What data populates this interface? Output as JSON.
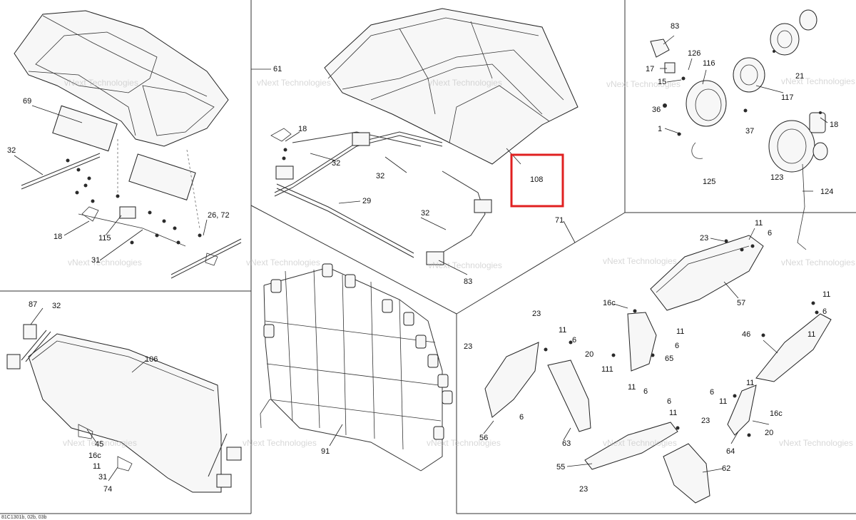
{
  "highlight": {
    "label": "108",
    "color": "#e02020"
  },
  "watermark": "vNext Technologies",
  "footer": "81C1301b, 02b, 03b",
  "labels": {
    "p69": "69",
    "p32a": "32",
    "p18a": "18",
    "p115": "115",
    "p31a": "31",
    "p2672": "26, 72",
    "p61": "61",
    "p18b": "18",
    "p32b": "32",
    "p32c": "32",
    "p29": "29",
    "p32d": "32",
    "p83a": "83",
    "p83b": "83",
    "p17": "17",
    "p126": "126",
    "p116": "116",
    "p15": "15",
    "p36": "36",
    "p1": "1",
    "p21": "21",
    "p117": "117",
    "p37": "37",
    "p125": "125",
    "p18c": "18",
    "p123": "123",
    "p124": "124",
    "p71": "71",
    "p23a": "23",
    "p11a": "11",
    "p6a": "6",
    "p57": "57",
    "p16ca": "16c",
    "p11b": "11",
    "p6b": "6",
    "p11c": "11",
    "p65": "65",
    "p11d": "11",
    "p6c": "6",
    "p46": "46",
    "p11e": "11",
    "p23b": "23",
    "p23c": "23",
    "p11f": "11",
    "p6d": "6",
    "p20a": "20",
    "p111": "111",
    "p6e": "6",
    "p56": "56",
    "p63": "63",
    "p6f": "6",
    "p11g": "11",
    "p11h": "11",
    "p16cb": "16c",
    "p20b": "20",
    "p64": "64",
    "p6g": "6",
    "p11i": "11",
    "p23d": "23",
    "p55": "55",
    "p62": "62",
    "p23e": "23",
    "p87": "87",
    "p32e": "32",
    "p106": "106",
    "p45": "45",
    "p16cc": "16c",
    "p11j": "11",
    "p31b": "31",
    "p74": "74",
    "p91": "91"
  }
}
